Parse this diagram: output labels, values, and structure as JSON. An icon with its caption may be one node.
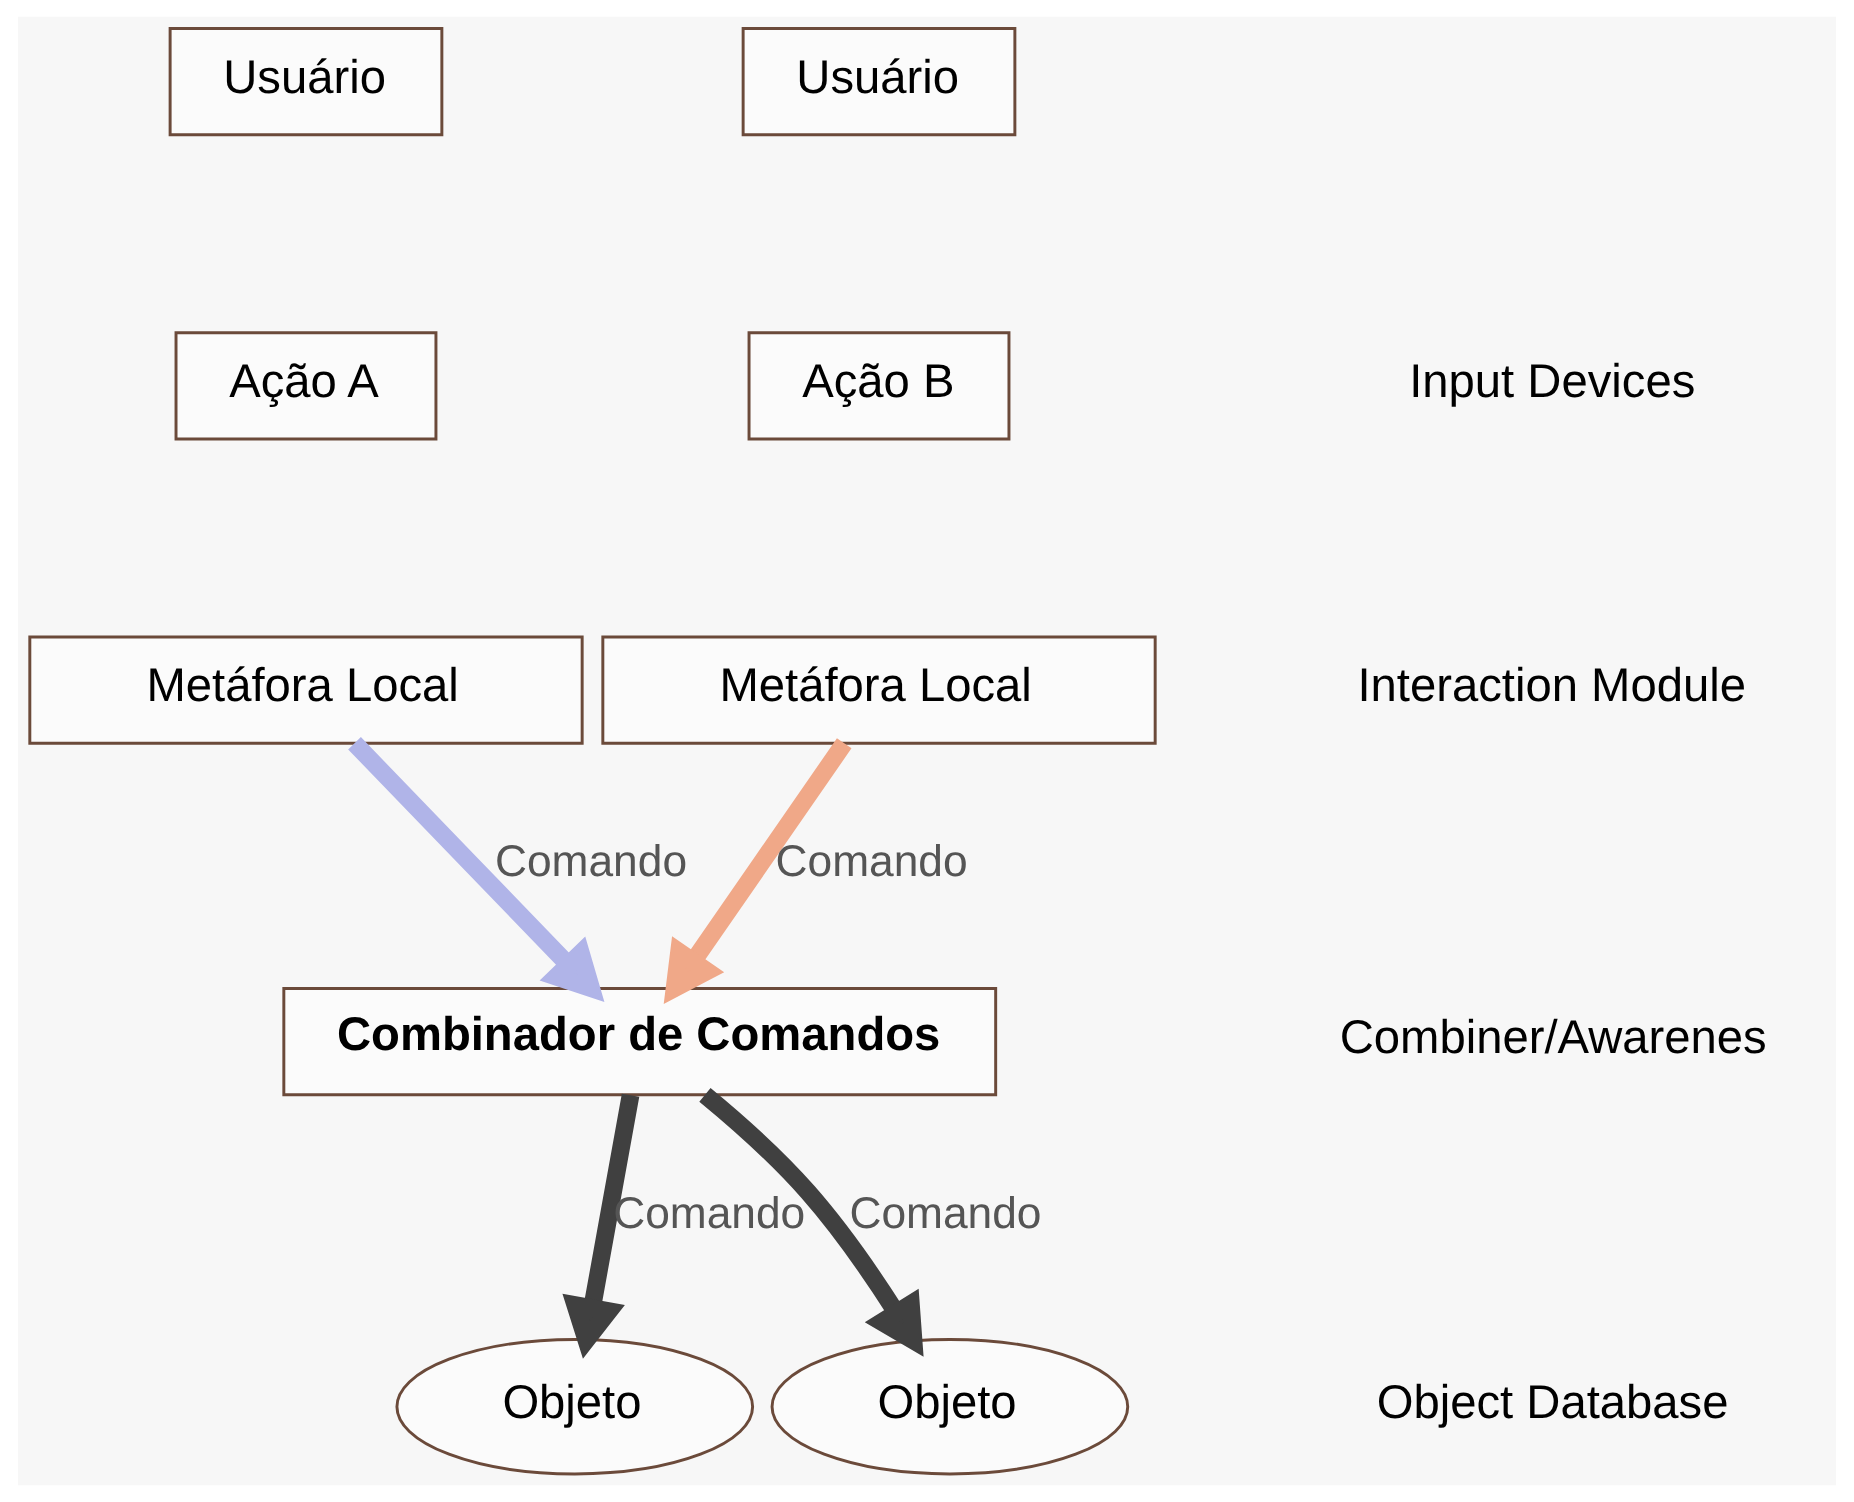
{
  "diagram": {
    "nodes": [
      {
        "text": [
          "Usuário"
        ]
      },
      {
        "text": [
          "Ação A"
        ]
      },
      {
        "text": [
          "Metáfora Local"
        ]
      },
      {
        "text": [
          "Usuário"
        ]
      },
      {
        "text": [
          "Ação B"
        ]
      },
      {
        "text": [
          "Metáfora Local"
        ]
      },
      {
        "text": [
          "Combinador de Comandos"
        ]
      },
      {
        "text": [
          "Objeto"
        ]
      },
      {
        "text": [
          "Objeto"
        ]
      }
    ],
    "edges": [
      {
        "from": 2,
        "to": 6,
        "arrow": "to",
        "label": "Comando",
        "color": "#b0b4e8"
      },
      {
        "from": 5,
        "to": 6,
        "arrow": "to",
        "label": "Comando",
        "color": "#f0a888"
      },
      {
        "from": 6,
        "to": 7,
        "arrow": "to",
        "label": "Comando",
        "color": "#404040"
      },
      {
        "from": 6,
        "to": 8,
        "arrow": "to",
        "label": "Comando",
        "color": "#404040"
      }
    ],
    "labels": [
      "Input Devices",
      "Interaction Module",
      "Combiner/Awarenes",
      "Object Database"
    ]
  }
}
